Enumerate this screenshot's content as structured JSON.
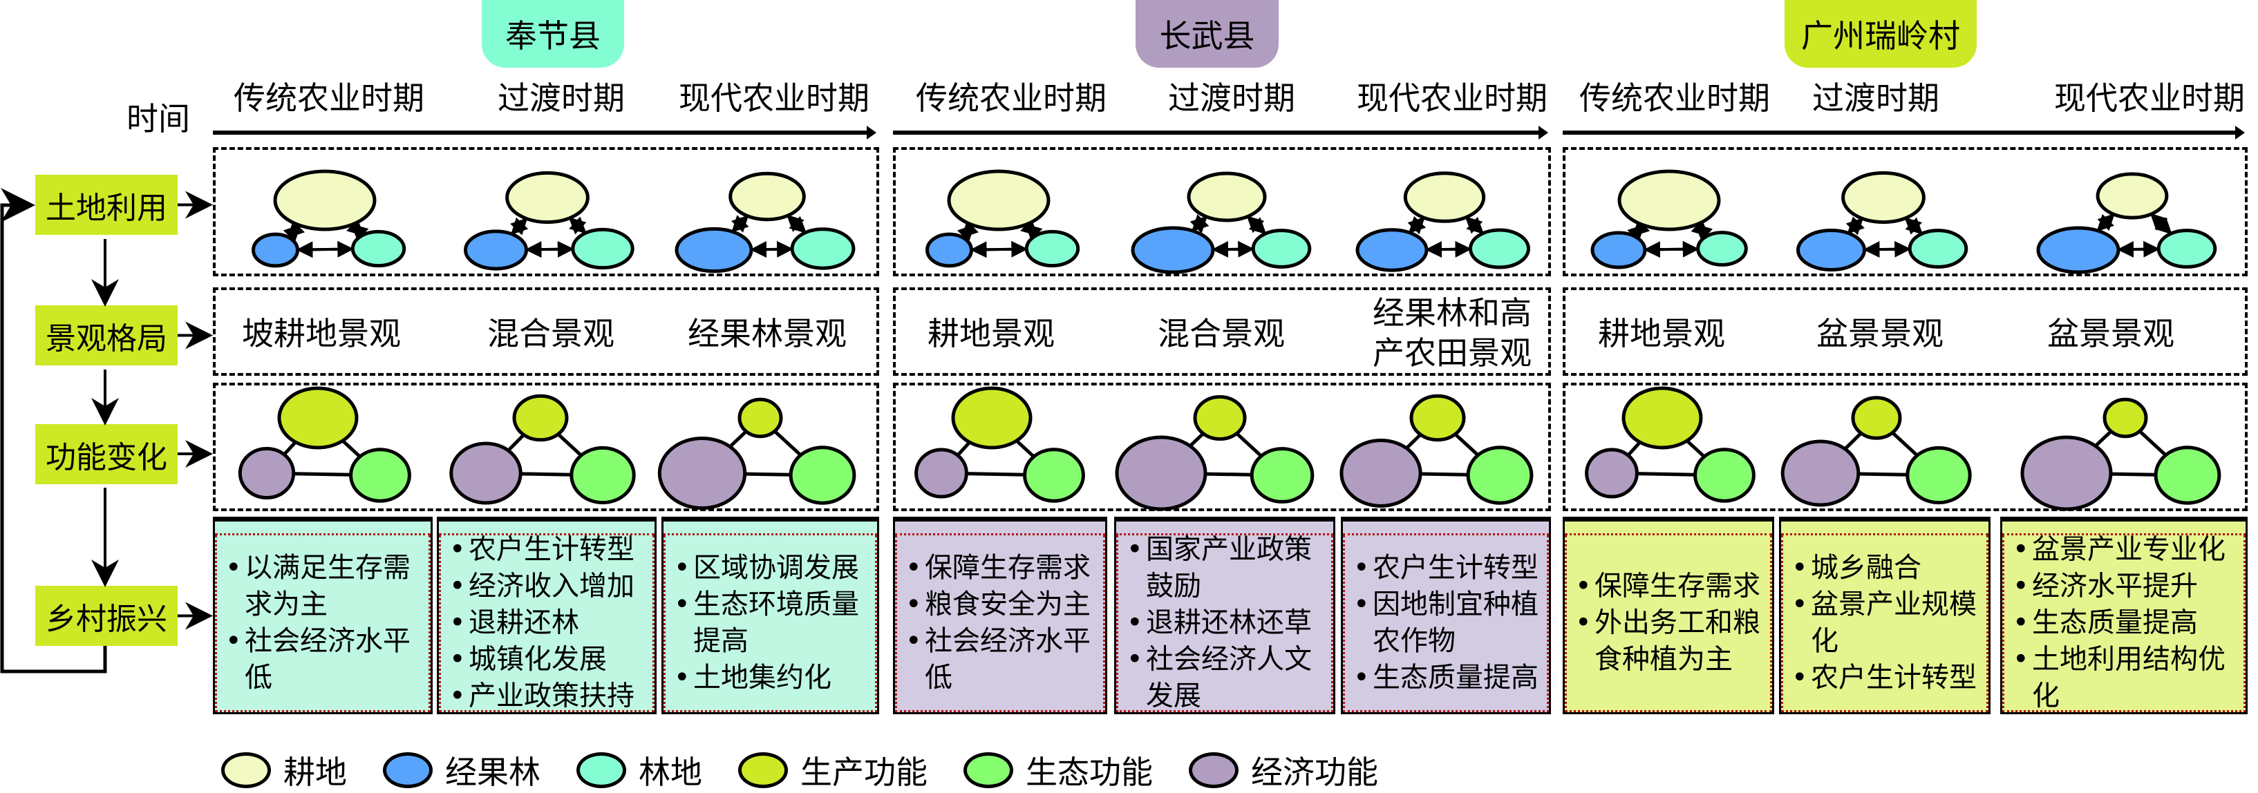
{
  "colors": {
    "cropland": "#f2f9c2",
    "orchard": "#58a3fb",
    "forest": "#85fdd2",
    "production": "#cde824",
    "ecological": "#85fe70",
    "economic": "#b19dc0",
    "step_box": "#cde824"
  },
  "time_label": "时间",
  "steps": [
    {
      "label": "土地利用"
    },
    {
      "label": "景观格局"
    },
    {
      "label": "功能变化"
    },
    {
      "label": "乡村振兴"
    }
  ],
  "regions": [
    {
      "name": "奉节县",
      "badge_color": "#85fdd2",
      "periods": [
        "传统农业时期",
        "过渡时期",
        "现代农业时期"
      ],
      "land_use": [
        {
          "cropland": 1.0,
          "orchard": 0.35,
          "forest": 0.55
        },
        {
          "cropland": 0.6,
          "orchard": 0.65,
          "forest": 0.8
        },
        {
          "cropland": 0.45,
          "orchard": 0.9,
          "forest": 0.85
        }
      ],
      "landscape": [
        "坡耕地景观",
        "混合景观",
        "经果林景观"
      ],
      "functions": [
        {
          "production": 1.0,
          "economic": 0.45,
          "ecological": 0.6
        },
        {
          "production": 0.55,
          "economic": 0.7,
          "ecological": 0.8
        },
        {
          "production": 0.35,
          "economic": 0.95,
          "ecological": 0.85
        }
      ],
      "revitalization": [
        [
          "以满足生存需求为主",
          "社会经济水平低"
        ],
        [
          "农户生计转型",
          "经济收入增加",
          "退耕还林",
          "城镇化发展",
          "产业政策扶持"
        ],
        [
          "区域协调发展",
          "生态环境质量提高",
          "土地集约化"
        ]
      ]
    },
    {
      "name": "长武县",
      "badge_color": "#b19dc0",
      "periods": [
        "传统农业时期",
        "过渡时期",
        "现代农业时期"
      ],
      "land_use": [
        {
          "cropland": 1.0,
          "orchard": 0.35,
          "forest": 0.55
        },
        {
          "cropland": 0.5,
          "orchard": 1.0,
          "forest": 0.7
        },
        {
          "cropland": 0.55,
          "orchard": 0.8,
          "forest": 0.75
        }
      ],
      "landscape": [
        "耕地景观",
        "混合景观",
        "经果林和高产农田景观"
      ],
      "functions": [
        {
          "production": 1.0,
          "economic": 0.4,
          "ecological": 0.6
        },
        {
          "production": 0.5,
          "economic": 1.0,
          "ecological": 0.7
        },
        {
          "production": 0.55,
          "economic": 0.85,
          "ecological": 0.85
        }
      ],
      "revitalization": [
        [
          "保障生存需求",
          "粮食安全为主",
          "社会经济水平低"
        ],
        [
          "国家产业政策鼓励",
          "退耕还林还草",
          "社会经济人文发展"
        ],
        [
          "农户生计转型",
          "因地制宜种植农作物",
          "生态质量提高"
        ]
      ]
    },
    {
      "name": "广州瑞岭村",
      "badge_color": "#cde824",
      "periods": [
        "传统农业时期",
        "过渡时期",
        "现代农业时期"
      ],
      "land_use": [
        {
          "cropland": 1.0,
          "orchard": 0.5,
          "forest": 0.45
        },
        {
          "cropland": 0.6,
          "orchard": 0.75,
          "forest": 0.7
        },
        {
          "cropland": 0.35,
          "orchard": 1.0,
          "forest": 0.7
        }
      ],
      "landscape": [
        "耕地景观",
        "盆景景观",
        "盆景景观"
      ],
      "functions": [
        {
          "production": 1.0,
          "economic": 0.4,
          "ecological": 0.6
        },
        {
          "production": 0.45,
          "economic": 0.8,
          "ecological": 0.8
        },
        {
          "production": 0.35,
          "economic": 1.0,
          "ecological": 0.85
        }
      ],
      "revitalization": [
        [
          "保障生存需求",
          "外出务工和粮食种植为主"
        ],
        [
          "城乡融合",
          "盆景产业规模化",
          "农户生计转型"
        ],
        [
          "盆景产业专业化",
          "经济水平提升",
          "生态质量提高",
          "土地利用结构优化"
        ]
      ]
    }
  ],
  "legend": [
    {
      "label": "耕地",
      "color": "#f2f9c2"
    },
    {
      "label": "经果林",
      "color": "#58a3fb"
    },
    {
      "label": "林地",
      "color": "#85fdd2"
    },
    {
      "label": "生产功能",
      "color": "#cde824"
    },
    {
      "label": "生态功能",
      "color": "#85fe70"
    },
    {
      "label": "经济功能",
      "color": "#b19dc0"
    }
  ]
}
